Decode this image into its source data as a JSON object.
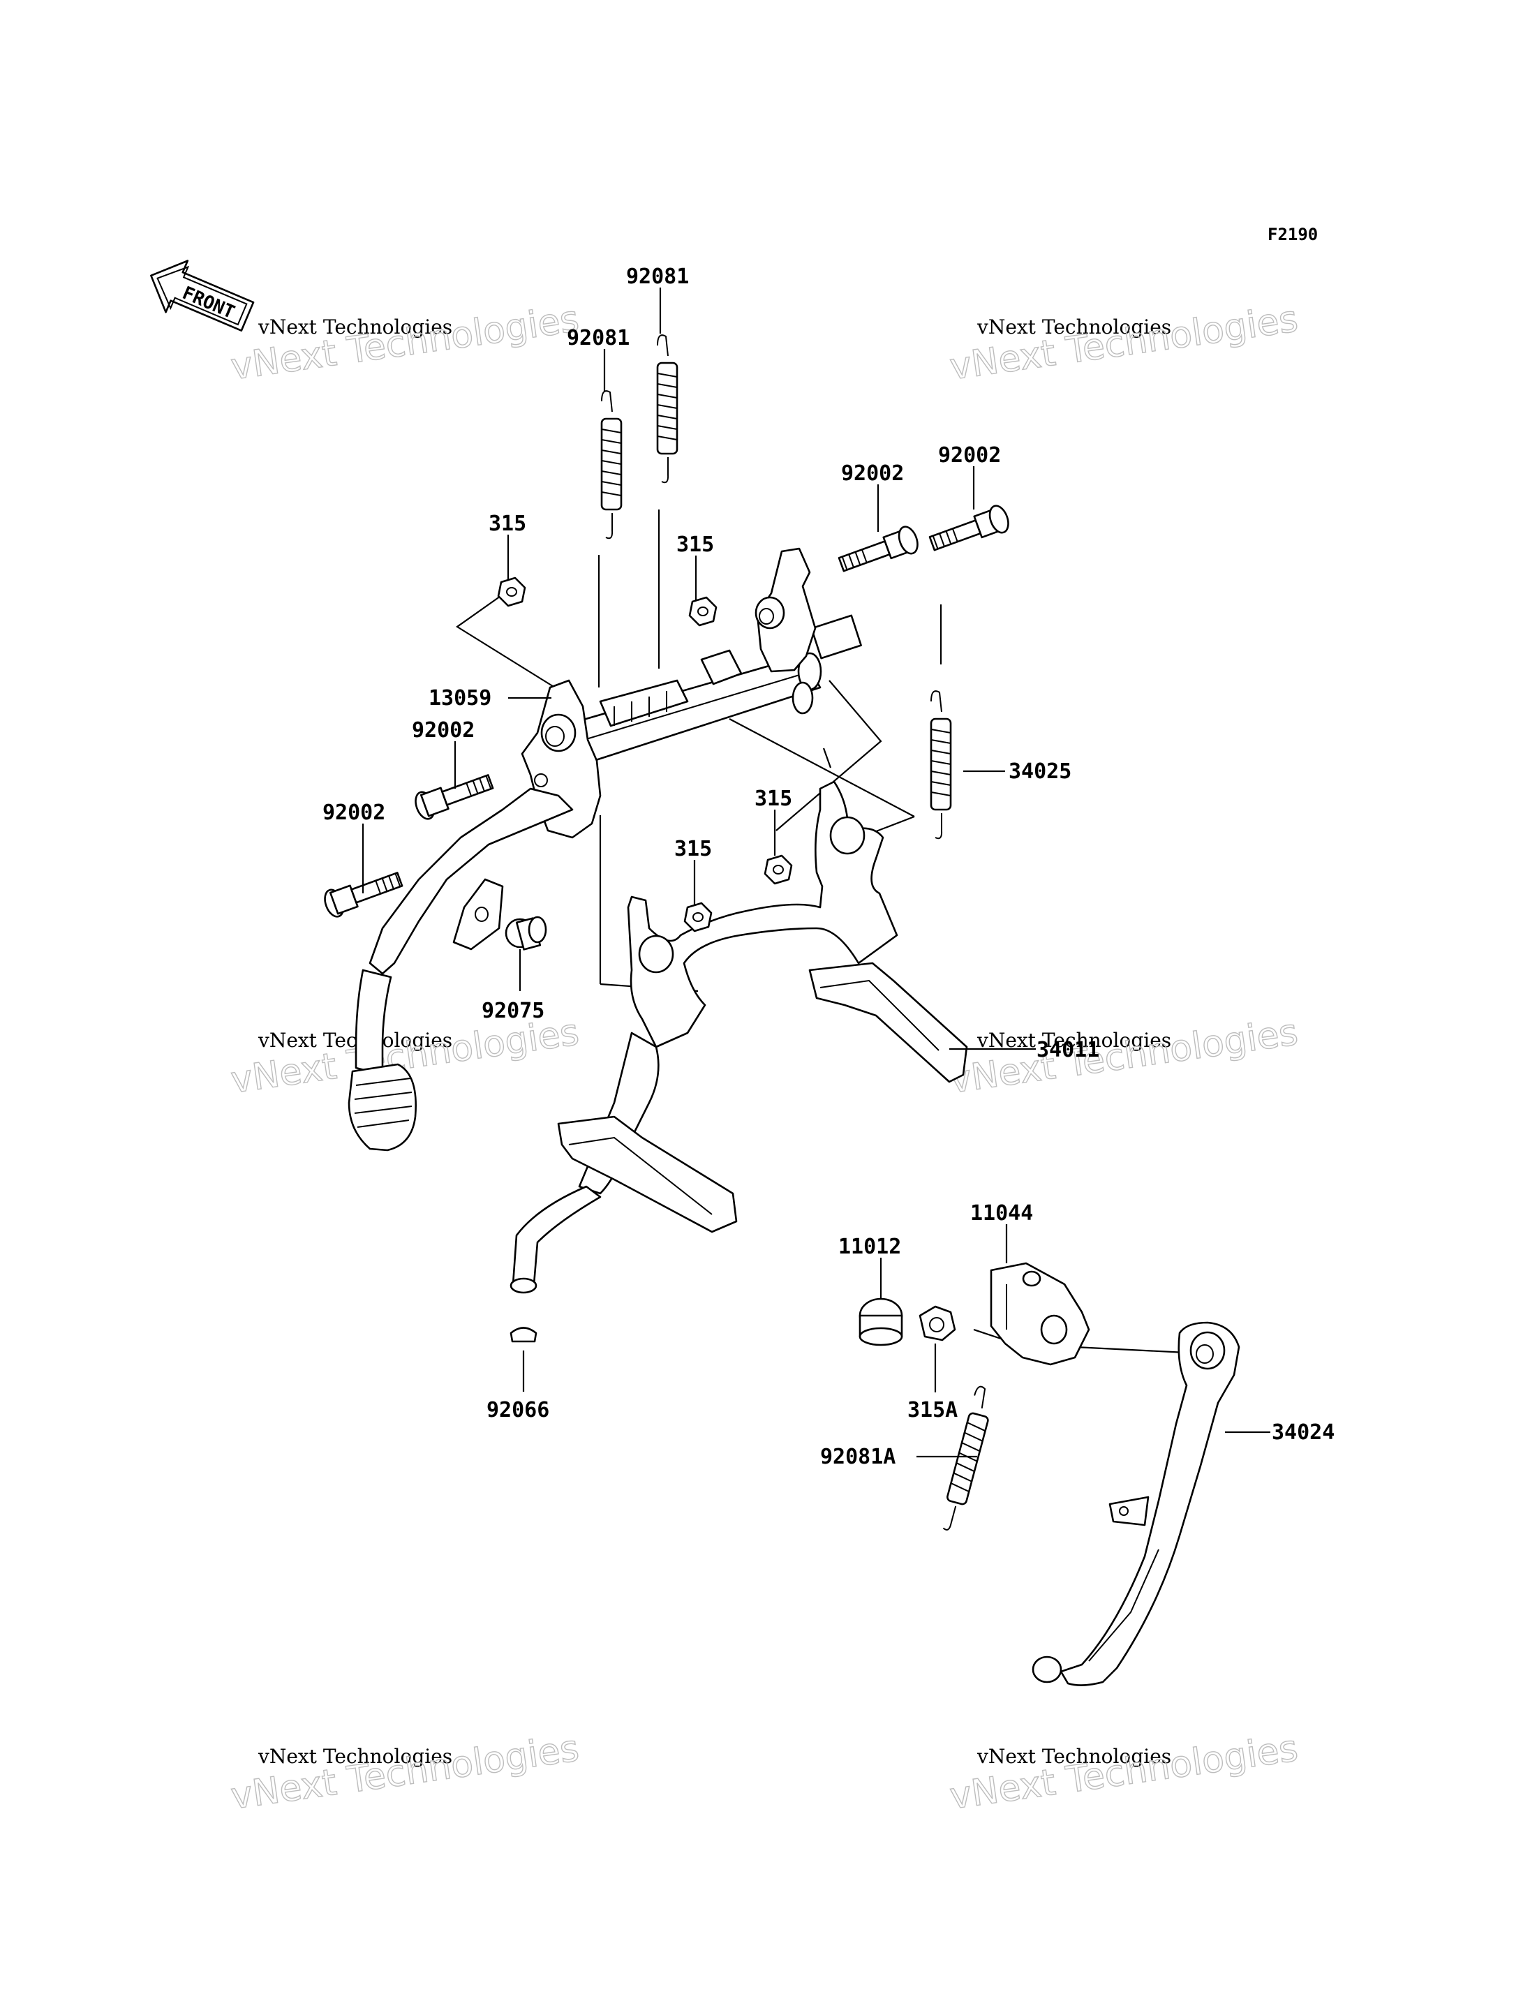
{
  "diagram_code": "F2190",
  "front_arrow": {
    "text": "FRONT",
    "icon": "front-direction-arrow-icon"
  },
  "watermarks": [
    {
      "line1": "vNext Technologies",
      "line2": "vNext Technologies"
    },
    {
      "line1": "vNext Technologies",
      "line2": "vNext Technologies"
    },
    {
      "line1": "vNext Technologies",
      "line2": "vNext Technologies"
    },
    {
      "line1": "vNext Technologies",
      "line2": "vNext Technologies"
    },
    {
      "line1": "vNext Technologies",
      "line2": "vNext Technologies"
    },
    {
      "line1": "vNext Technologies",
      "line2": "vNext Technologies"
    }
  ],
  "labels": [
    {
      "id": "spring-top",
      "text": "92081"
    },
    {
      "id": "spring-left",
      "text": "92081"
    },
    {
      "id": "bolt-right-a",
      "text": "92002"
    },
    {
      "id": "bolt-right-b",
      "text": "92002"
    },
    {
      "id": "nut-top-left",
      "text": "315"
    },
    {
      "id": "nut-center",
      "text": "315"
    },
    {
      "id": "bracket",
      "text": "13059"
    },
    {
      "id": "bolt-left-a",
      "text": "92002"
    },
    {
      "id": "bolt-left-b",
      "text": "92002"
    },
    {
      "id": "spring-right",
      "text": "34025"
    },
    {
      "id": "nut-lower-right",
      "text": "315"
    },
    {
      "id": "nut-lower-center",
      "text": "315"
    },
    {
      "id": "stopper",
      "text": "92075"
    },
    {
      "id": "main-stand",
      "text": "34011"
    },
    {
      "id": "bracket-side",
      "text": "11044"
    },
    {
      "id": "cap",
      "text": "11012"
    },
    {
      "id": "end-cap",
      "text": "92066"
    },
    {
      "id": "collar",
      "text": "315A"
    },
    {
      "id": "spring-side",
      "text": "92081A"
    },
    {
      "id": "side-stand",
      "text": "34024"
    }
  ]
}
